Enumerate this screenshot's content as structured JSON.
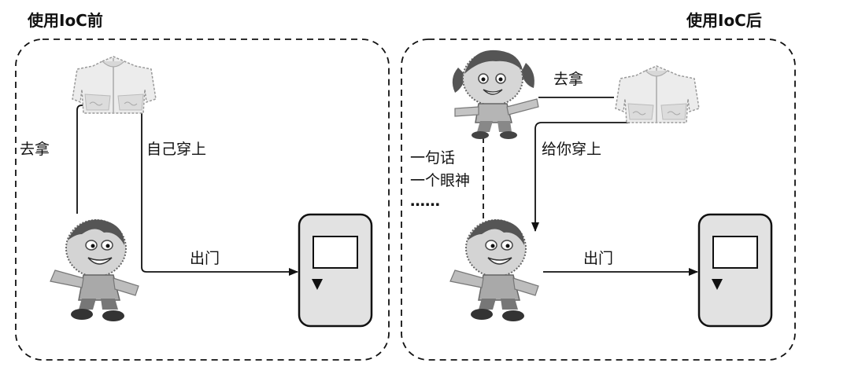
{
  "left": {
    "title": "使用IoC前",
    "label_take": "去拿",
    "label_self_wear": "自己穿上",
    "label_go_out": "出门"
  },
  "right": {
    "title": "使用IoC后",
    "label_take": "去拿",
    "label_help_wear": "给你穿上",
    "label_go_out": "出门",
    "label_word_line1": "一句话",
    "label_word_line2": "一个眼神",
    "label_ellipsis": "……"
  }
}
